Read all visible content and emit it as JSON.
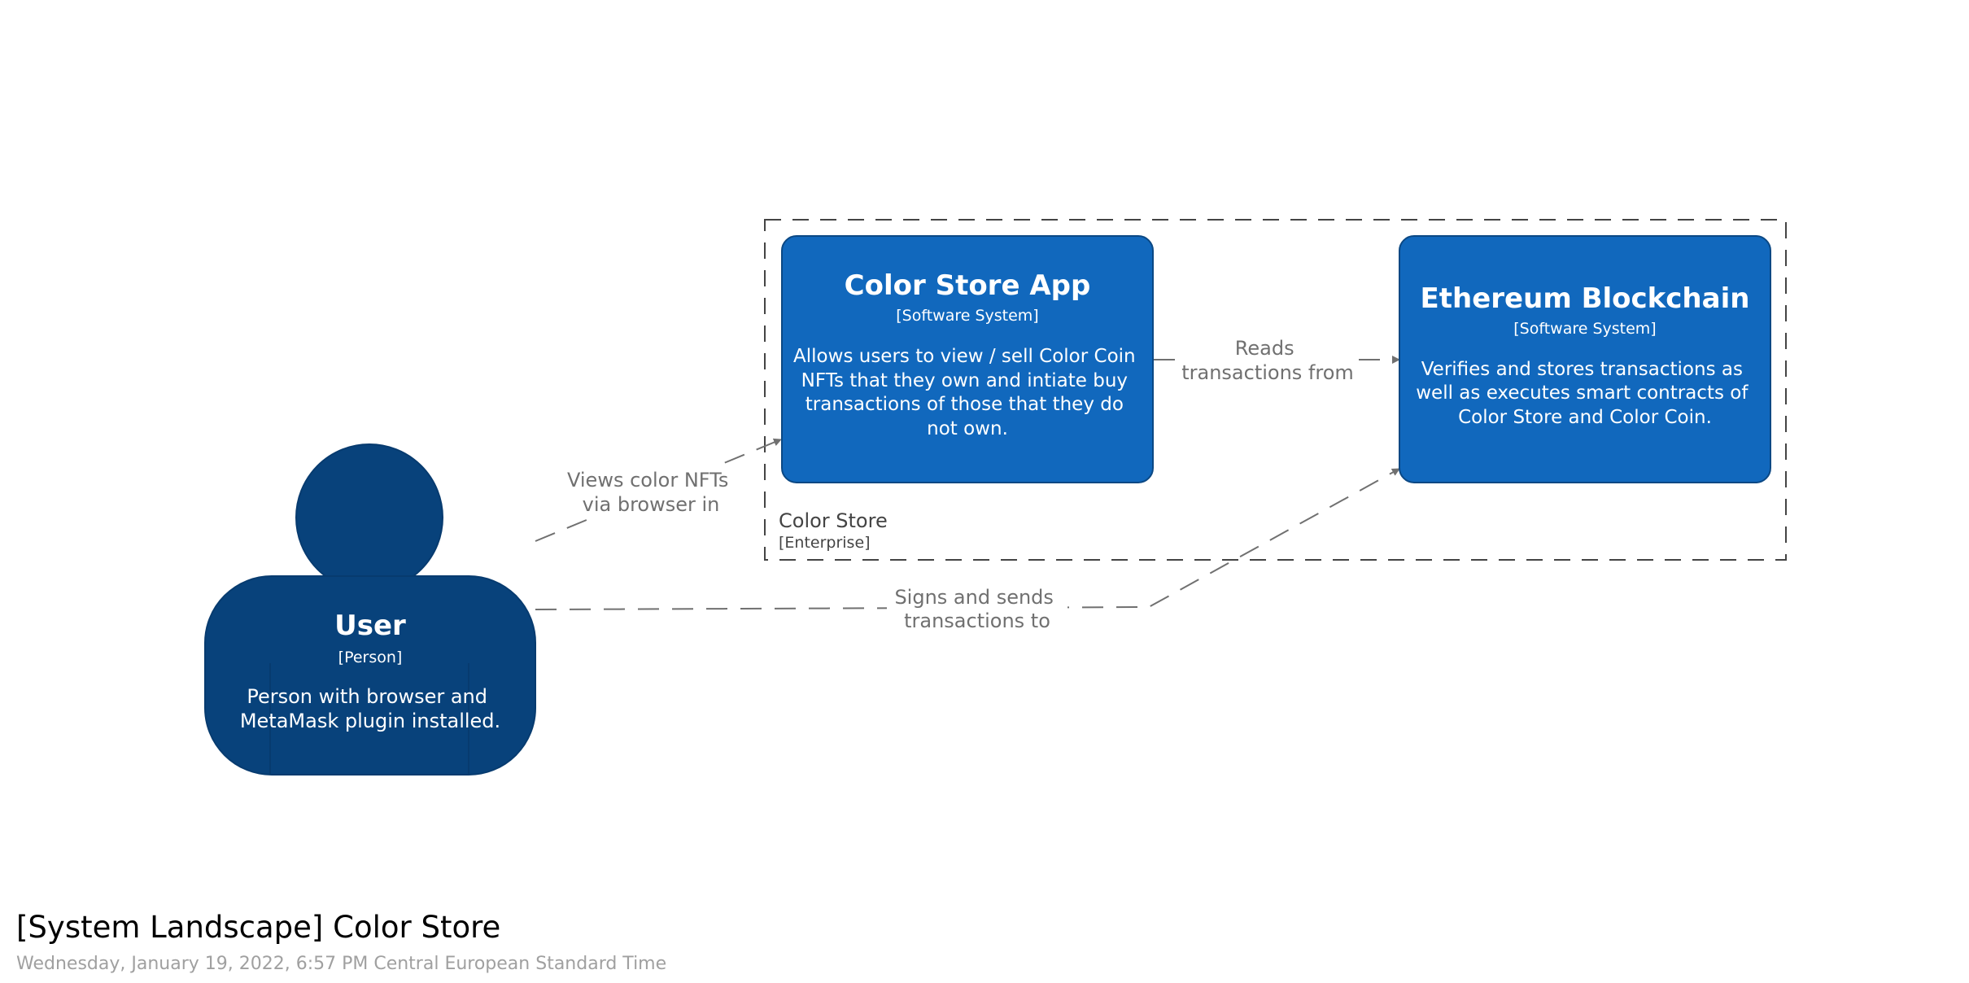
{
  "diagram": {
    "title": "[System Landscape] Color Store",
    "generated": "Wednesday, January 19, 2022, 6:57 PM Central European Standard Time",
    "colors": {
      "person": "#08427b",
      "software_system": "#1168bd",
      "text_on_fill": "#ffffff",
      "edge": "#707070",
      "boundary": "#444444"
    },
    "boundary": {
      "name": "Color Store",
      "type": "[Enterprise]"
    },
    "nodes": {
      "user": {
        "title": "User",
        "type": "[Person]",
        "description": [
          "Person with browser and",
          "MetaMask plugin installed."
        ],
        "icon": "person-shape"
      },
      "app": {
        "title": "Color Store App",
        "type": "[Software System]",
        "description": [
          "Allows users to view / sell Color Coin",
          "NFTs that they own and intiate buy",
          "transactions of those that they do",
          "not own."
        ]
      },
      "blockchain": {
        "title": "Ethereum Blockchain",
        "type": "[Software System]",
        "description": [
          "Verifies and stores transactions as",
          "well as executes smart contracts of",
          "Color Store and Color Coin."
        ]
      }
    },
    "edges": [
      {
        "from": "User",
        "to": "Color Store App",
        "label": [
          "Views color NFTs",
          "via browser in"
        ]
      },
      {
        "from": "Color Store App",
        "to": "Ethereum Blockchain",
        "label": [
          "Reads",
          "transactions from"
        ]
      },
      {
        "from": "User",
        "to": "Ethereum Blockchain",
        "label": [
          "Signs and sends",
          "transactions to"
        ]
      }
    ]
  }
}
